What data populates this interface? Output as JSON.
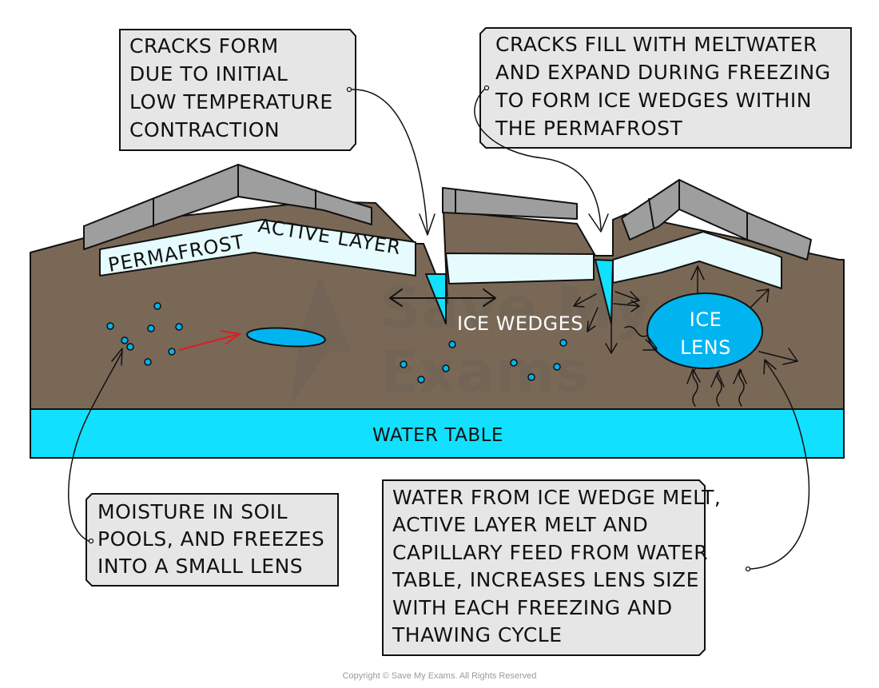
{
  "diagram": {
    "title": "Formation of ice lenses and ice wedges in permafrost",
    "colors": {
      "soil": "#7a6857",
      "rock_slab": "#9e9e9e",
      "active_layer": "#e6fbfd",
      "water_table": "#12e0ff",
      "ice": "#00b4ef",
      "callout_fill": "#e6e6e6",
      "red_arrow": "#e01b22",
      "outline": "#111111"
    },
    "labels": {
      "active_layer": "PERMAFROST ACTIVE LAYER",
      "ice_wedges": "ICE WEDGES",
      "ice_lens_line1": "ICE",
      "ice_lens_line2": "LENS",
      "water_table": "WATER TABLE"
    },
    "callouts": {
      "cracks_form": {
        "lines": [
          "CRACKS FORM",
          "DUE TO INITIAL",
          "LOW TEMPERATURE",
          "CONTRACTION"
        ]
      },
      "cracks_fill": {
        "lines": [
          "CRACKS FILL WITH MELTWATER",
          "AND EXPAND DURING FREEZING",
          "TO FORM ICE WEDGES WITHIN",
          "THE PERMAFROST"
        ]
      },
      "moisture": {
        "lines": [
          "MOISTURE IN SOIL",
          "POOLS, AND FREEZES",
          "INTO A SMALL LENS"
        ]
      },
      "water_feed": {
        "lines": [
          "WATER FROM ICE WEDGE MELT,",
          "ACTIVE LAYER MELT AND",
          "CAPILLARY FEED FROM WATER",
          "TABLE, INCREASES LENS SIZE",
          "WITH EACH FREEZING AND",
          "THAWING CYCLE"
        ]
      }
    },
    "watermark": {
      "line1": "Save My",
      "line2": "Exams"
    },
    "copyright": "Copyright © Save My Exams. All Rights Reserved"
  }
}
